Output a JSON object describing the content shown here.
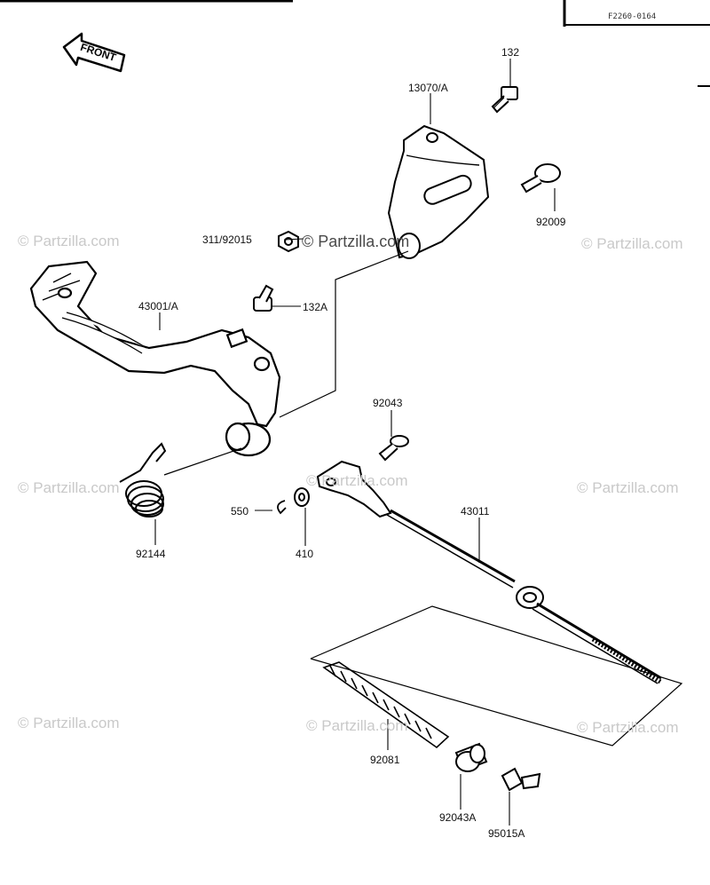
{
  "diagram": {
    "reference_code": "F2260-0164",
    "front_label": "FRONT",
    "watermarks": {
      "main": "© Partzilla.com",
      "repeat": "© Partzilla.com"
    },
    "parts": [
      {
        "id": "132",
        "label": "132"
      },
      {
        "id": "13070A",
        "label": "13070/A"
      },
      {
        "id": "92009",
        "label": "92009"
      },
      {
        "id": "311_92015",
        "label": "311/92015"
      },
      {
        "id": "132A",
        "label": "132A"
      },
      {
        "id": "43001A",
        "label": "43001/A"
      },
      {
        "id": "92043",
        "label": "92043"
      },
      {
        "id": "43011",
        "label": "43011"
      },
      {
        "id": "550",
        "label": "550"
      },
      {
        "id": "410",
        "label": "410"
      },
      {
        "id": "92144",
        "label": "92144"
      },
      {
        "id": "92081",
        "label": "92081"
      },
      {
        "id": "92043A",
        "label": "92043A"
      },
      {
        "id": "95015A",
        "label": "95015A"
      }
    ]
  }
}
